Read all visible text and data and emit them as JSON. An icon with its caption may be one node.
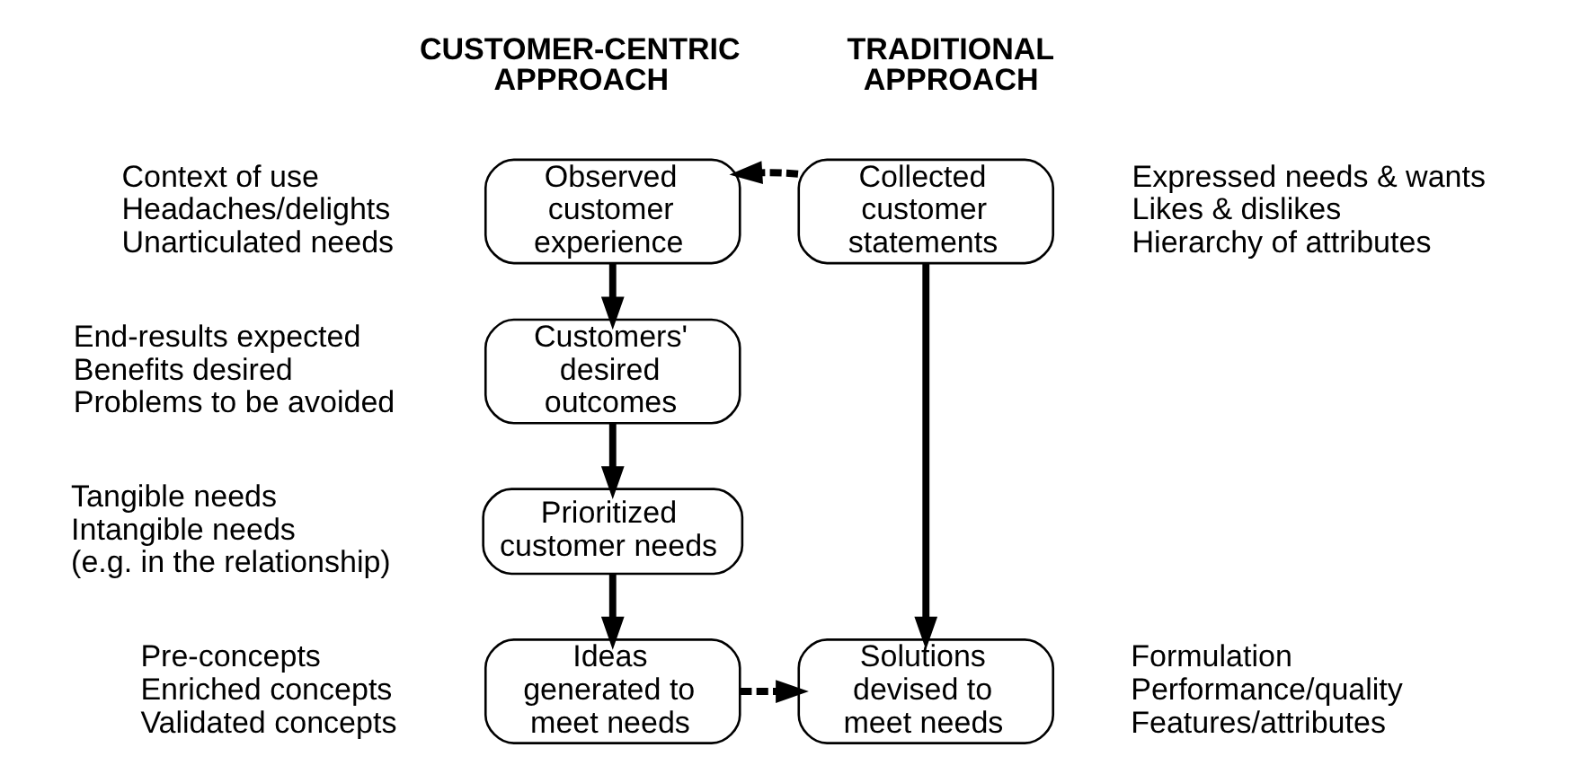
{
  "diagram": {
    "nodes": [
      {
        "text": [
          "Observed customer experience"
        ],
        "beside": [
          "Context of use",
          "Headaches/delights",
          "Unarticulated needs"
        ]
      },
      {
        "text": [
          "Collected customer statements"
        ],
        "beside": [
          "Expressed needs & wants",
          "Likes & dislikes",
          "Hierarchy of attributes"
        ]
      },
      {
        "text": [
          "Customers' desired outcomes"
        ],
        "beside": [
          "End-results expected",
          "Benefits desired",
          "Problems to be avoided"
        ]
      },
      {
        "text": [
          "Prioritized customer needs"
        ],
        "beside": [
          "Tangible needs",
          "Intangible needs",
          "(e.g. in the relationship)"
        ]
      },
      {
        "text": [
          "Ideas generated to meet needs"
        ],
        "beside": [
          "Pre-concepts",
          "Enriched concepts",
          "Validated concepts"
        ]
      },
      {
        "text": [
          "Solutions devised to meet needs"
        ],
        "beside": [
          "Formulation",
          "Performance/quality",
          "Features/attributes"
        ]
      }
    ],
    "edges": [
      {
        "from": 1,
        "to": 0,
        "arrow": "to",
        "style": "dashed"
      },
      {
        "from": 0,
        "to": 2,
        "arrow": "to"
      },
      {
        "from": 2,
        "to": 3,
        "arrow": "to"
      },
      {
        "from": 3,
        "to": 4,
        "arrow": "to"
      },
      {
        "from": 4,
        "to": 5,
        "arrow": "to",
        "style": "dashed"
      },
      {
        "from": 1,
        "to": 5,
        "arrow": "to"
      }
    ],
    "labels": [
      "CUSTOMER-CENTRIC APPROACH",
      "TRADITIONAL APPROACH"
    ]
  }
}
